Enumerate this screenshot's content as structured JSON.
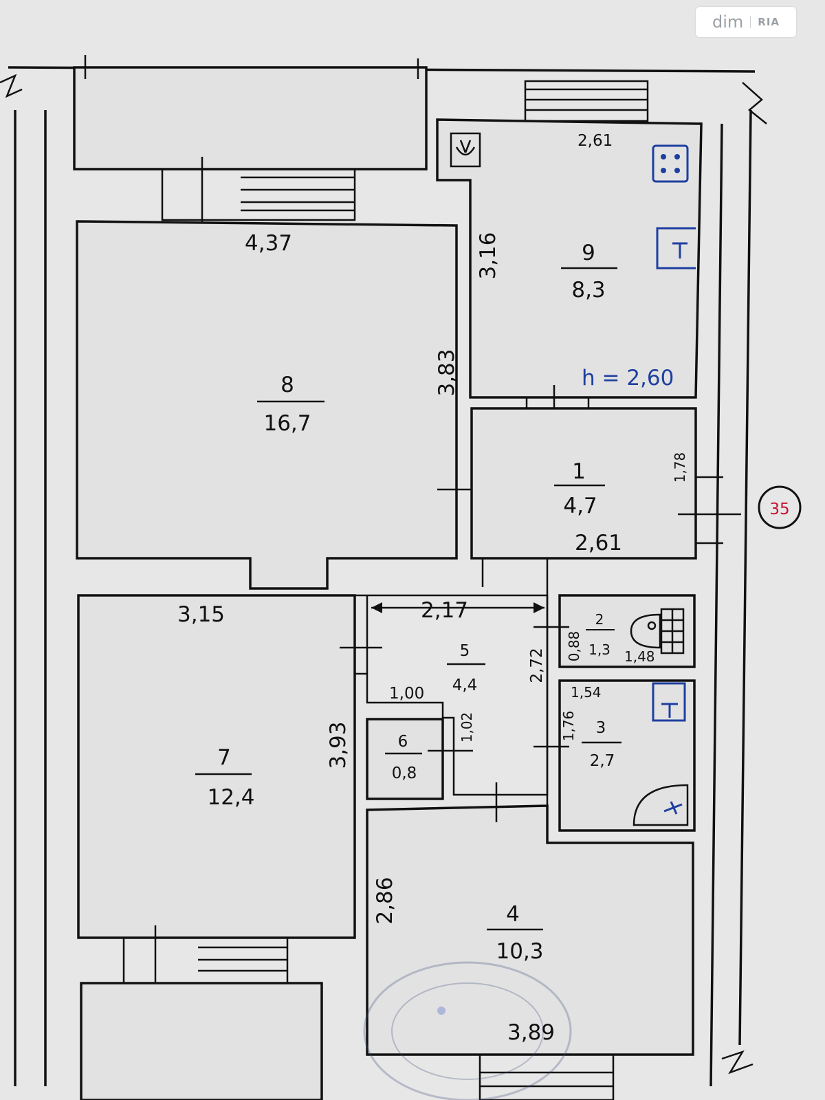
{
  "watermark": {
    "brand": "dim",
    "sub": "RIA"
  },
  "building_number": "35",
  "ceiling_height": "h = 2,60",
  "rooms": [
    {
      "id": "room-1",
      "number": "1",
      "area": "4,7"
    },
    {
      "id": "room-2",
      "number": "2",
      "area": "1,3"
    },
    {
      "id": "room-3",
      "number": "3",
      "area": "2,7"
    },
    {
      "id": "room-4",
      "number": "4",
      "area": "10,3"
    },
    {
      "id": "room-5",
      "number": "5",
      "area": "4,4"
    },
    {
      "id": "room-6",
      "number": "6",
      "area": "0,8"
    },
    {
      "id": "room-7",
      "number": "7",
      "area": "12,4"
    },
    {
      "id": "room-8",
      "number": "8",
      "area": "16,7"
    },
    {
      "id": "room-9",
      "number": "9",
      "area": "8,3"
    }
  ],
  "dimensions": {
    "room8_width": "4,37",
    "room8_height": "3,83",
    "room9_width": "2,61",
    "room9_height": "3,16",
    "room1_width": "2,61",
    "room1_height": "1,78",
    "room7_width": "3,15",
    "room7_height": "3,93",
    "room5_width": "2,17",
    "room5_height": "2,72",
    "room5_inner": "1,00",
    "room5_inner_v": "1,02",
    "room2_width": "1,48",
    "room2_height": "0,88",
    "room3_width": "1,54",
    "room3_height": "1,76",
    "room4_width": "3,89",
    "room4_height": "2,86"
  },
  "fixtures": {
    "room9": [
      "sink-icon",
      "stove-icon",
      "water-heater-icon"
    ],
    "room2": [
      "toilet-icon"
    ],
    "room3": [
      "bath-tap-icon",
      "shower-tray-icon"
    ]
  }
}
